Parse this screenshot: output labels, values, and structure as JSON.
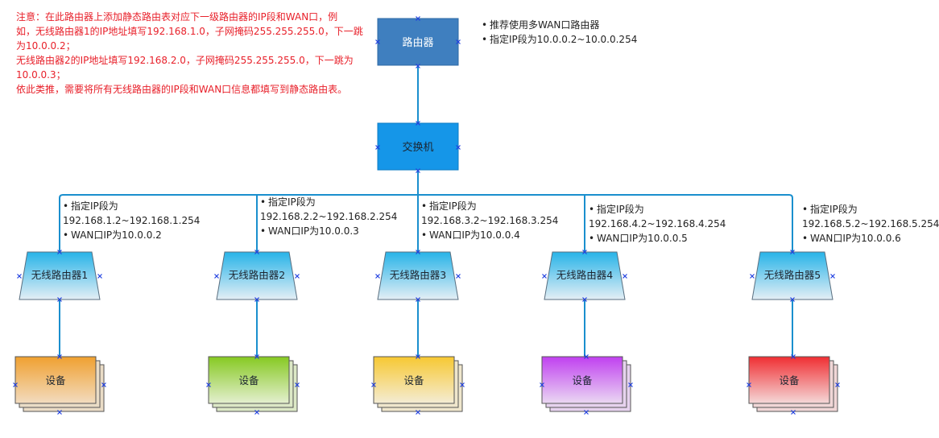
{
  "note": {
    "lines": [
      "注意：在此路由器上添加静态路由表对应下一级路由器的IP段和WAN口，例",
      "如，无线路由器1的IP地址填写192.168.1.0，子网掩码255.255.255.0，下一跳",
      "为10.0.0.2；",
      "无线路由器2的IP地址填写192.168.2.0，子网掩码255.255.255.0，下一跳为",
      "10.0.0.3；",
      "依此类推，需要将所有无线路由器的IP段和WAN口信息都填写到静态路由表。"
    ]
  },
  "router": {
    "label": "路由器",
    "bullets": [
      "推荐使用多WAN口路由器",
      "指定IP段为10.0.0.2~10.0.0.254"
    ]
  },
  "switch": {
    "label": "交换机"
  },
  "wireless_routers": [
    {
      "label": "无线路由器1",
      "info": [
        "指定IP段为",
        "192.168.1.2~192.168.1.254",
        "WAN口IP为10.0.0.2"
      ],
      "device_label": "设备",
      "device_color": "#f0a73a"
    },
    {
      "label": "无线路由器2",
      "info": [
        "指定IP段为",
        "192.168.2.2~192.168.2.254",
        "WAN口IP为10.0.0.3"
      ],
      "device_label": "设备",
      "device_color": "#8ccc2a"
    },
    {
      "label": "无线路由器3",
      "info": [
        "指定IP段为",
        "192.168.3.2~192.168.3.254",
        "WAN口IP为10.0.0.4"
      ],
      "device_label": "设备",
      "device_color": "#f7cd40"
    },
    {
      "label": "无线路由器4",
      "info": [
        "指定IP段为",
        "192.168.4.2~192.168.4.254",
        "WAN口IP为10.0.0.5"
      ],
      "device_label": "设备",
      "device_color": "#c84af0"
    },
    {
      "label": "无线路由器5",
      "info": [
        "指定IP段为",
        "192.168.5.2~192.168.5.254",
        "WAN口IP为10.0.0.6"
      ],
      "device_label": "设备",
      "device_color": "#f0383a"
    }
  ],
  "colors": {
    "connector": "#1a8fce",
    "router_fill": "#3f7fbf",
    "switch_fill": "#1596e8",
    "port_mark": "#2040e0",
    "note_text": "#e8202a"
  }
}
